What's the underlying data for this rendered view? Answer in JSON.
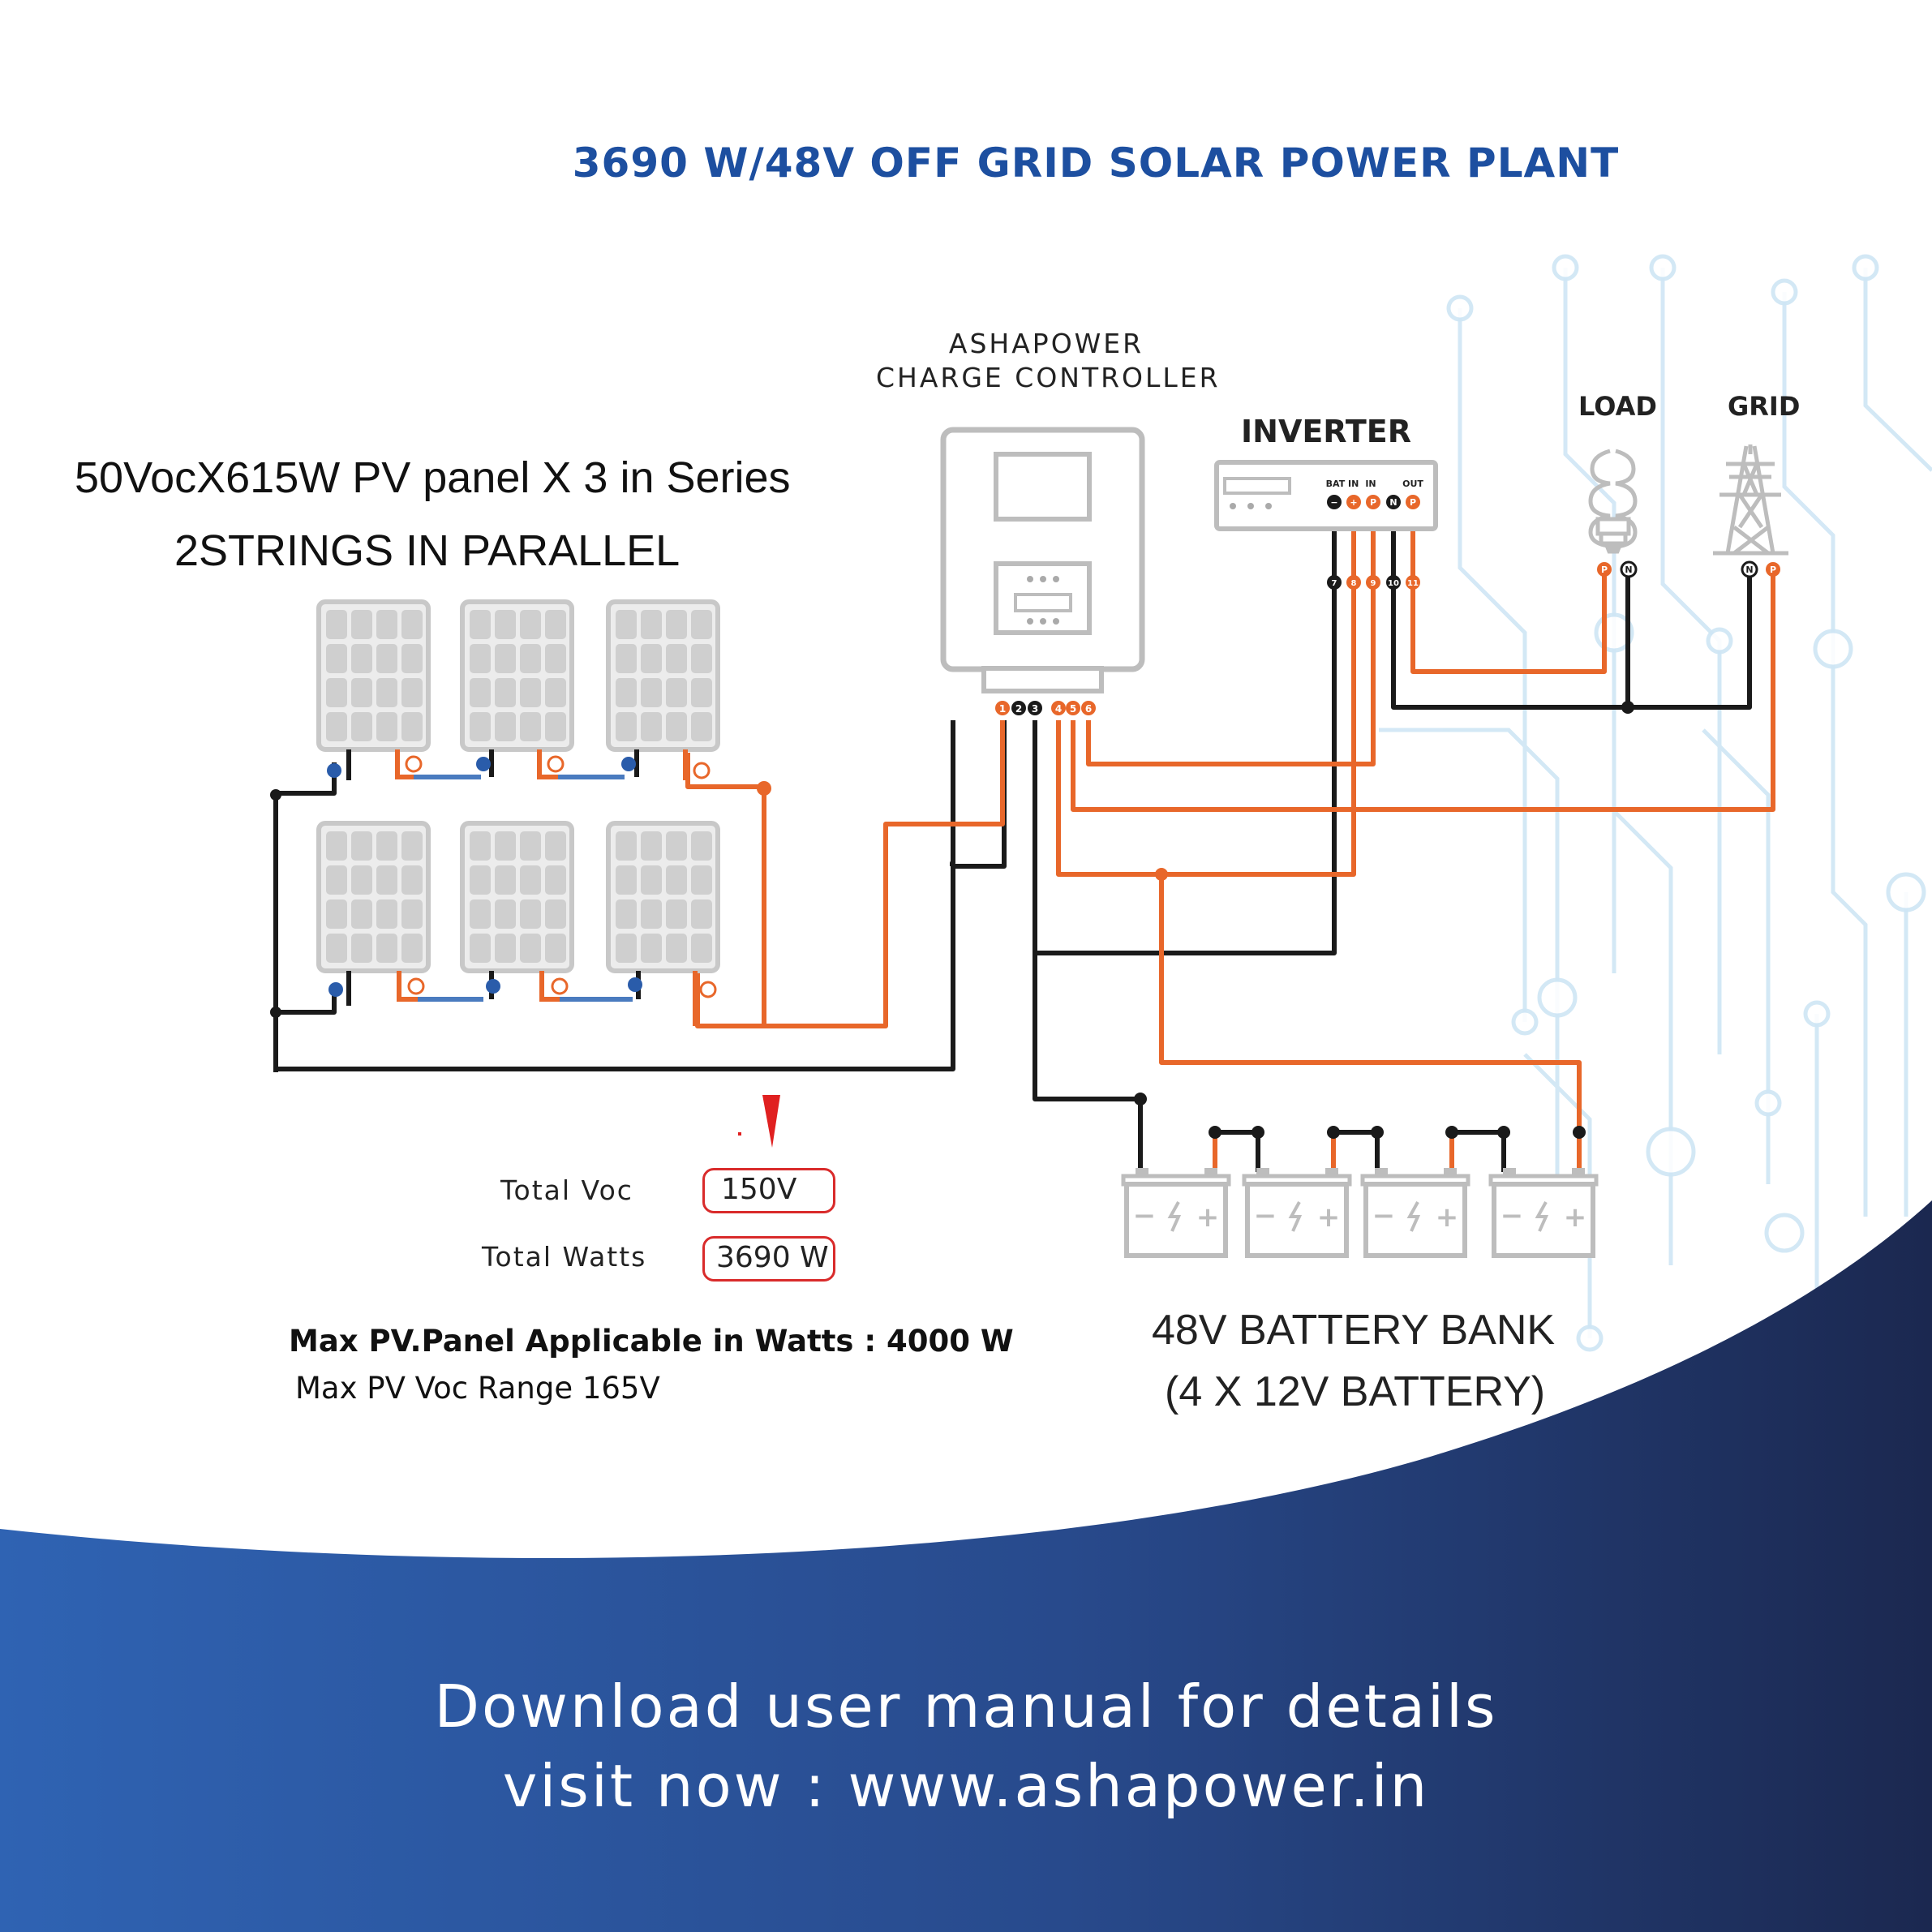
{
  "title": "3690 W/48V OFF GRID SOLAR POWER PLANT",
  "controller": {
    "line1": "ASHAPOWER",
    "line2": "CHARGE CONTROLLER"
  },
  "inverter": {
    "label": "INVERTER",
    "terminal_groups": [
      "BAT IN",
      "IN",
      "OUT"
    ],
    "terminals": [
      "7",
      "8",
      "9",
      "10",
      "11"
    ],
    "terminal_polarity": [
      "−",
      "+",
      "P",
      "N",
      "P"
    ]
  },
  "load_label": "LOAD",
  "grid_label": "GRID",
  "controller_terminals": [
    "1",
    "2",
    "3",
    "4",
    "5",
    "6"
  ],
  "terminal_marks": {
    "load": [
      "P",
      "N"
    ],
    "grid": [
      "N",
      "P"
    ]
  },
  "panel_config": {
    "line1": "50VocX615W PV panel X 3 in Series",
    "line2": "2STRINGS IN PARALLEL"
  },
  "totals": {
    "voc_label": "Total Voc",
    "voc_value": "150V",
    "watts_label": "Total Watts",
    "watts_value": "3690 W"
  },
  "max_pv": "Max PV.Panel Applicable in Watts :  4000 W",
  "max_voc": "Max PV Voc Range 165V",
  "battery": {
    "line1": "48V BATTERY BANK",
    "line2": "(4 X 12V BATTERY)",
    "symbols": [
      "−",
      "+"
    ]
  },
  "footer": {
    "line1": "Download user manual for details",
    "line2": "visit now : www.ashapower.in"
  },
  "colors": {
    "title": "#1d4fa0",
    "wire_orange": "#e8672a",
    "wire_black": "#1a1a1a",
    "wave_left": "#2f63b3",
    "wave_right": "#1b2850",
    "circuit": "#cfe6f5"
  }
}
